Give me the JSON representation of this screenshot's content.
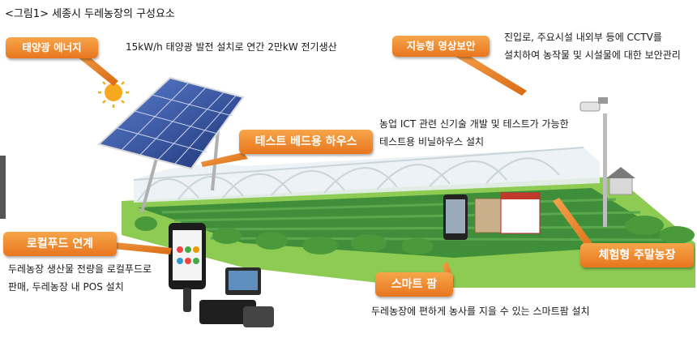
{
  "figure_title": "<그림1> 세종시 두레농장의 구성요소",
  "labels": {
    "solar": "태양광 에너지",
    "security": "지능형 영상보안",
    "testbed": "테스트 베드용 하우스",
    "localfood": "로컬푸드 연계",
    "smartfarm": "스마트 팜",
    "weekend": "체험형 주말농장"
  },
  "descriptions": {
    "solar": "15kW/h 태양광 발전 설치로 연간 2만kW 전기생산",
    "security_line1": "진입로, 주요시설 내외부 등에 CCTV를",
    "security_line2": "설치하여 농작물 및 시설물에 대한 보안관리",
    "testbed_line1": "농업 ICT 관련 신기술 개발 및 테스트가 가능한",
    "testbed_line2": "테스트용 비닐하우스 설치",
    "localfood_line1": "두레농장 생산물 전량을 로컬푸드로",
    "localfood_line2": "판매, 두레농장 내 POS 설치",
    "smartfarm": "두레농장에 편하게 농사를 지을 수 있는 스마트팜 설치"
  },
  "colors": {
    "tag_orange": "#e8761e",
    "field_green": "#3f8f3a",
    "grass": "#7dc24a",
    "panel_blue": "#2f4f9a"
  }
}
